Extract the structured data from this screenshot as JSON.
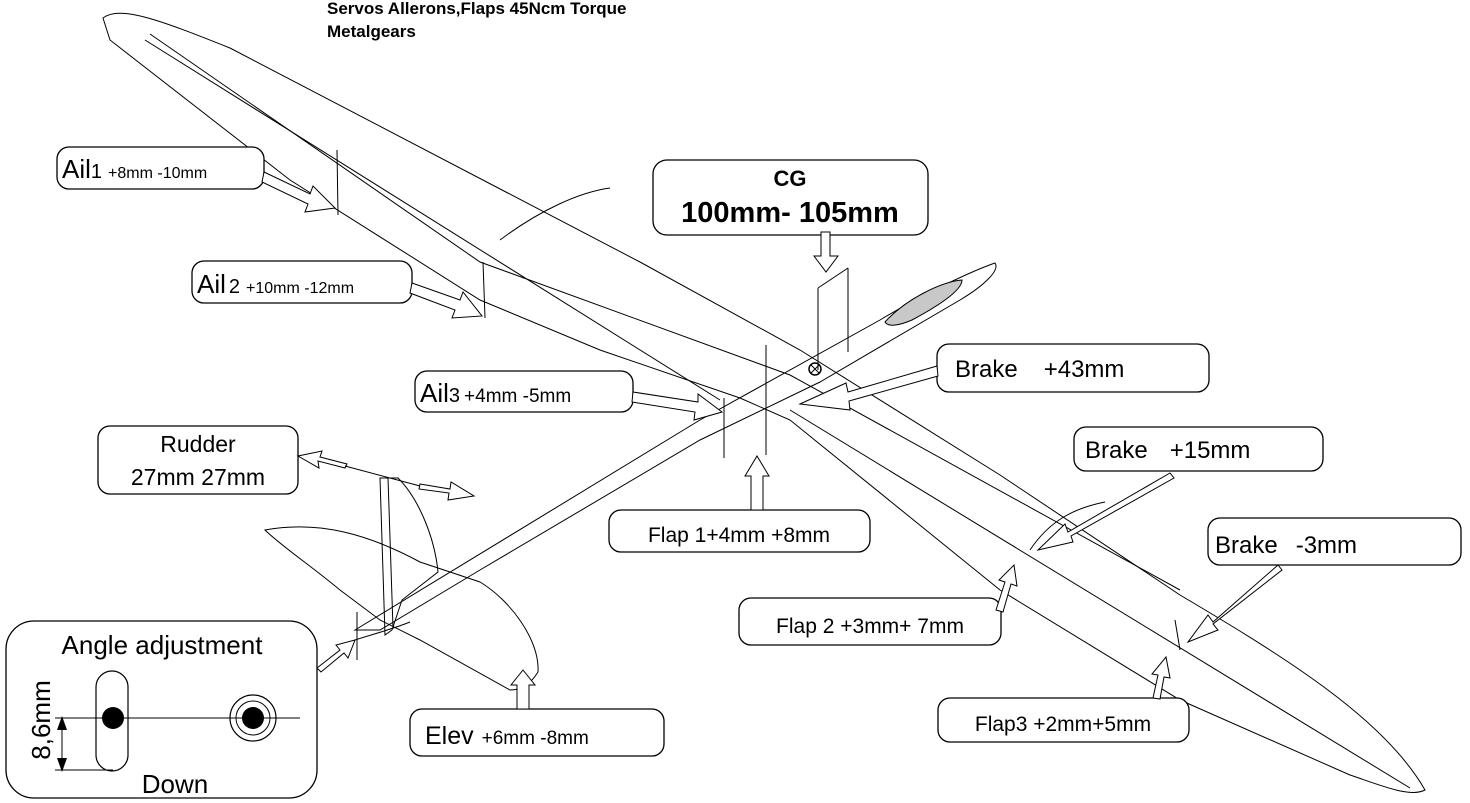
{
  "header": {
    "line1": "Servos  Allerons,Flaps 45Ncm Torque",
    "line2": "Metalgears"
  },
  "cg": {
    "title": "CG",
    "value": "100mm- 105mm"
  },
  "ailerons": [
    {
      "name": "Ail",
      "num": "1",
      "values": "+8mm -10mm"
    },
    {
      "name": "Ail",
      "num": "2",
      "values": "+10mm -12mm"
    },
    {
      "name": "Ail",
      "num": "3",
      "values": "+4mm -5mm"
    }
  ],
  "rudder": {
    "title": "Rudder",
    "values": "27mm  27mm"
  },
  "brakes": [
    {
      "label": "Brake",
      "value": "+43mm"
    },
    {
      "label": "Brake",
      "value": "+15mm"
    },
    {
      "label": "Brake",
      "value": "-3mm"
    }
  ],
  "flaps": [
    {
      "label": "Flap 1+4mm +8mm"
    },
    {
      "label": "Flap 2 +3mm+ 7mm"
    },
    {
      "label": "Flap3 +2mm+5mm"
    }
  ],
  "elevator": {
    "name": "Elev",
    "values": "+6mm -8mm"
  },
  "angle_adjustment": {
    "title": "Angle adjustment",
    "dimension": "8,6mm",
    "direction": "Down"
  }
}
